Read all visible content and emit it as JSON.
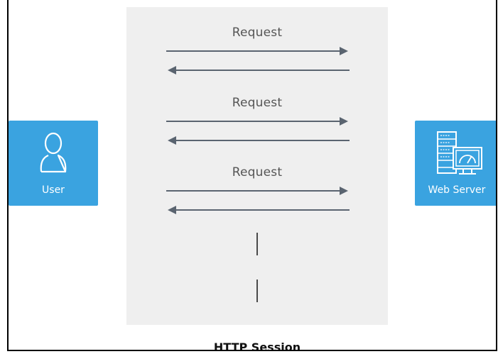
{
  "diagram": {
    "user": {
      "label": "User",
      "icon": "user-icon"
    },
    "server": {
      "label": "Web Server",
      "icon": "web-server-icon"
    },
    "exchanges": [
      {
        "request_label": "Request"
      },
      {
        "request_label": "Request"
      },
      {
        "request_label": "Request"
      }
    ],
    "caption": "HTTP Session"
  },
  "colors": {
    "entity_blue": "#3aa3e0",
    "panel_gray": "#efefef",
    "arrow_gray": "#5a6470"
  }
}
